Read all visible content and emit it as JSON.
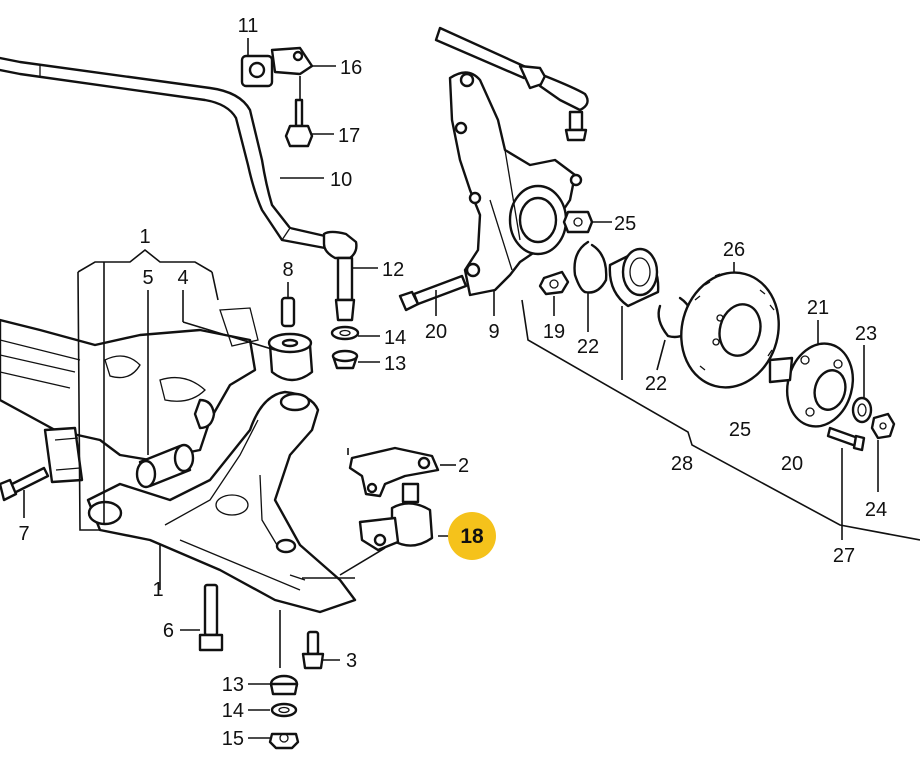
{
  "diagram": {
    "highlight_color": "#F5C21B",
    "labels": [
      {
        "id": "l11",
        "text": "11"
      },
      {
        "id": "l16",
        "text": "16"
      },
      {
        "id": "l17",
        "text": "17"
      },
      {
        "id": "l10",
        "text": "10"
      },
      {
        "id": "l1a",
        "text": "1"
      },
      {
        "id": "l5",
        "text": "5"
      },
      {
        "id": "l4",
        "text": "4"
      },
      {
        "id": "l8",
        "text": "8"
      },
      {
        "id": "l12",
        "text": "12"
      },
      {
        "id": "l14a",
        "text": "14"
      },
      {
        "id": "l13a",
        "text": "13"
      },
      {
        "id": "l20a",
        "text": "20"
      },
      {
        "id": "l9",
        "text": "9"
      },
      {
        "id": "l19",
        "text": "19"
      },
      {
        "id": "l22a",
        "text": "22"
      },
      {
        "id": "l22b",
        "text": "22"
      },
      {
        "id": "l25a",
        "text": "25"
      },
      {
        "id": "l26",
        "text": "26"
      },
      {
        "id": "l21",
        "text": "21"
      },
      {
        "id": "l23",
        "text": "23"
      },
      {
        "id": "l25b",
        "text": "25"
      },
      {
        "id": "l28",
        "text": "28"
      },
      {
        "id": "l20b",
        "text": "20"
      },
      {
        "id": "l24",
        "text": "24"
      },
      {
        "id": "l27",
        "text": "27"
      },
      {
        "id": "l2",
        "text": "2"
      },
      {
        "id": "l7",
        "text": "7"
      },
      {
        "id": "l1b",
        "text": "1"
      },
      {
        "id": "l6",
        "text": "6"
      },
      {
        "id": "l3",
        "text": "3"
      },
      {
        "id": "l13b",
        "text": "13"
      },
      {
        "id": "l14b",
        "text": "14"
      },
      {
        "id": "l15",
        "text": "15"
      }
    ],
    "highlighted": {
      "text": "18"
    }
  }
}
